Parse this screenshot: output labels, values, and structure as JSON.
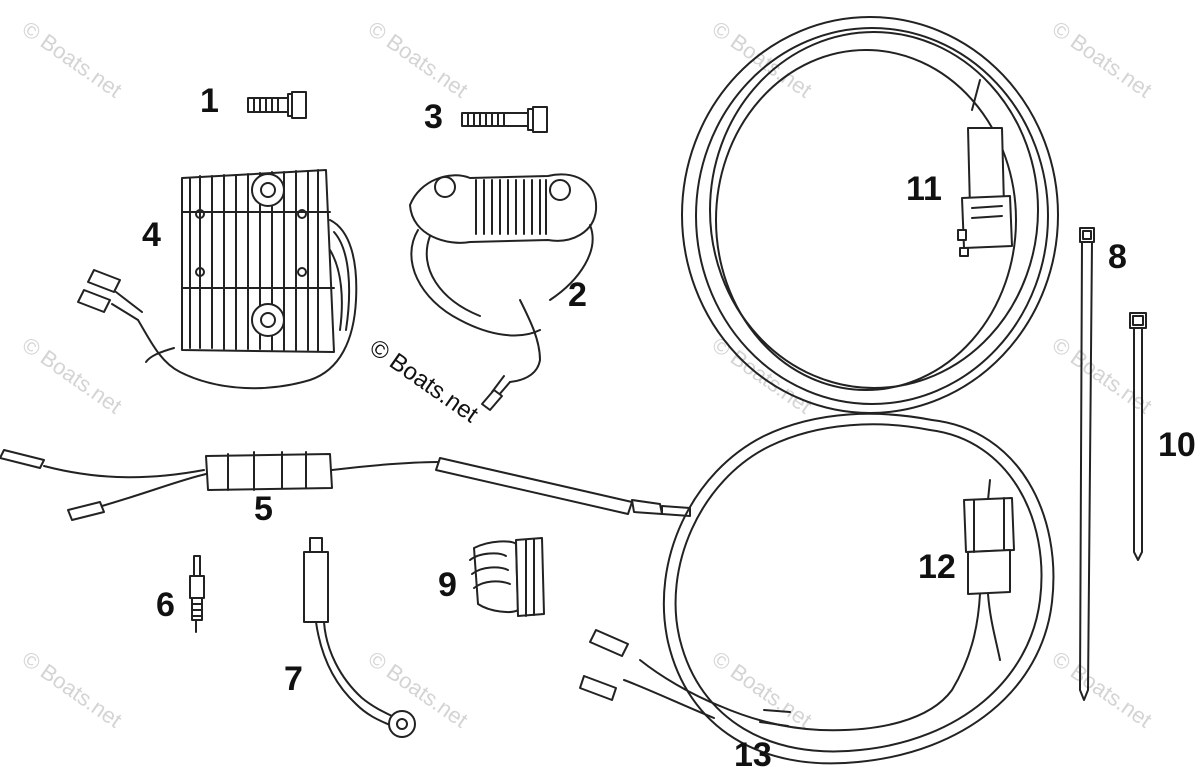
{
  "diagram": {
    "callouts": [
      {
        "id": "1",
        "label": "1"
      },
      {
        "id": "2",
        "label": "2"
      },
      {
        "id": "3",
        "label": "3"
      },
      {
        "id": "4",
        "label": "4"
      },
      {
        "id": "5",
        "label": "5"
      },
      {
        "id": "6",
        "label": "6"
      },
      {
        "id": "7",
        "label": "7"
      },
      {
        "id": "8",
        "label": "8"
      },
      {
        "id": "9",
        "label": "9"
      },
      {
        "id": "10",
        "label": "10"
      },
      {
        "id": "11",
        "label": "11"
      },
      {
        "id": "12",
        "label": "12"
      },
      {
        "id": "13",
        "label": "13"
      }
    ],
    "credit": "© Boats.net",
    "watermark": "© Boats.net",
    "colors": {
      "line": "#222222",
      "fill": "#ffffff",
      "watermark": "#d4d4d4"
    }
  }
}
